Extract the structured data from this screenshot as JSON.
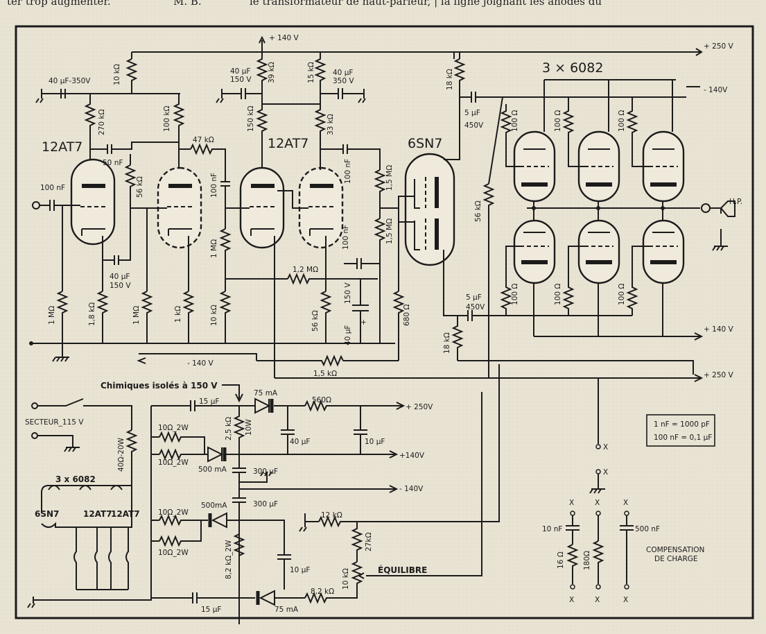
{
  "header": {
    "left": "ter trop augmenter.",
    "mid": "M. B.",
    "right": "le transformateur de haut-parleur, | la ligne joignant les anodes du"
  },
  "tubes": {
    "t12at7_a": "12AT7",
    "t12at7_b": "12AT7",
    "t6sn7": "6SN7",
    "t6082": "3 × 6082"
  },
  "rails": {
    "p140_top": "+ 140 V",
    "p250_top": "+ 250 V",
    "m140_right": "- 140V",
    "m140_left": "- 140 V",
    "p140_right": "+ 140 V",
    "p250_right": "+ 250 V",
    "psu_p250": "+ 250V",
    "psu_p140": "+140V",
    "psu_m140": "- 140V"
  },
  "parts": {
    "c40_350a": "40 µF-350V",
    "r10k": "10 kΩ",
    "r270k": "270 kΩ",
    "r100k": "100 kΩ",
    "r47k": "47 kΩ",
    "c50n": "50 nF",
    "c100n_in": "100 nF",
    "r56k": "56 kΩ",
    "c40_150a_v": "40 µF",
    "c40_150a_u": "150 V",
    "r1m_a": "1 MΩ",
    "r18k_a": "1,8 kΩ",
    "r1m_b": "1 MΩ",
    "r1k": "1 kΩ",
    "c40_150b_v": "40 µF",
    "c40_150b_u": "150 V",
    "r39k": "39 kΩ",
    "r15k": "15 kΩ",
    "c40_350b_v": "40 µF",
    "c40_350b_u": "350 V",
    "r150k": "150 kΩ",
    "r33k": "33 kΩ",
    "c100n_a": "100 nF",
    "c100n_b": "100 nF",
    "c100n_c": "100 nF",
    "r1m_c": "1 MΩ",
    "r10k_b": "10 kΩ",
    "r12m": "1,2 MΩ",
    "r56k_b": "56 kΩ",
    "c40_150c_v": "40 µF",
    "c40_150c_u": "150 V",
    "r680": "680 Ω",
    "r15m_a": "1,5 MΩ",
    "r15m_b": "1,5 MΩ",
    "r15k_b": "1,5 kΩ",
    "r18k": "18 kΩ",
    "c5u_a_v": "5 µF",
    "c5u_a_u": "450V",
    "r56k_c": "56 kΩ",
    "c5u_b_v": "5 µF",
    "c5u_b_u": "450V",
    "r18k_b": "18 kΩ",
    "r100_1": "100 Ω",
    "r100_2": "100 Ω",
    "r100_3": "100 Ω",
    "r100_4": "100 Ω",
    "r100_5": "100 Ω",
    "r100_6": "100 Ω",
    "hp": "H.P."
  },
  "psu": {
    "note": "Chimiques isolés à 150 V",
    "secteur": "SECTEUR_115 V",
    "r40": "40Ω-20W",
    "heat_6082": "3 x 6082",
    "heat_6sn7": "6SN7",
    "heat_12at7a": "12AT7",
    "heat_12at7b": "12AT7",
    "c15u_a": "15 µF",
    "d75_a": "75 mA",
    "r560": "560Ω",
    "r25k": "2,5 kΩ",
    "r25k_w": "10W",
    "c40u": "40 µF",
    "c10u_a": "10 µF",
    "r10_1": "10Ω_2W",
    "r10_2": "10Ω_2W",
    "d500_a": "500 mA",
    "c300_a": "300 µF",
    "c300_b": "300 µF",
    "d500_b": "500mA",
    "r10_3": "10Ω_2W",
    "r10_4": "10Ω_2W",
    "r12k": "12 kΩ",
    "r27k": "27kΩ",
    "r82k_2w": "8,2 kΩ_2W",
    "c10u_b": "10 µF",
    "r10k_pot": "10 kΩ",
    "equilibre": "ÉQUILIBRE",
    "r82k": "8,2 kΩ",
    "c15u_b": "15 µF",
    "d75_b": "75 mA"
  },
  "legend": {
    "line1": "1 nF = 1000 pF",
    "line2": "100 nF = 0,1 µF"
  },
  "compensation": {
    "c10n": "10 nF",
    "r16": "16 Ω",
    "r180": "180Ω",
    "c500n": "500 nF",
    "title1": "COMPENSATION",
    "title2": "DE CHARGE",
    "x": "X"
  }
}
